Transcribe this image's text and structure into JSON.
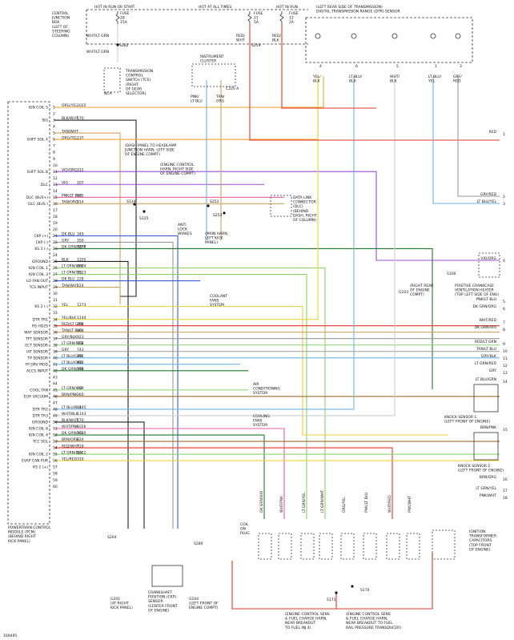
{
  "header": {
    "fuse_a_title": "HOT IN RUN OR START",
    "fuse_b_title": "HOT AT ALL TIMES",
    "fuse_c_title": "HOT IN RUN",
    "fuse_a": "FUSE\n28\n15A",
    "fuse_b": "FUSE\n21\n5A",
    "fuse_c": "FUSE\n12\n2A",
    "junction_box": "CENTRAL\nJUNCTION\nBOX\n(LEFT OF\nSTEERING\nCOLUMN)",
    "fuse_a_wire": "WHT/LT GRN",
    "fuse_b_wire": "RED/\nWHT",
    "fuse_c_wire": "RED/\nBLK",
    "splice_s282": "S282",
    "splice_s259": "S259"
  },
  "tcs": {
    "label": "TRANSMISSION\nCONTROL\nSWITCH (TCS)\n(RIGHT\nOF GEAR\nSELECTOR)",
    "nca": "NCA",
    "wire": "WHT/LT GRN"
  },
  "cluster": {
    "label": "INSTRUMENT\nCLUSTER",
    "c220": "C220 A",
    "wire_left": "PNK/\nLT BLU",
    "wire_right": "TAN/\nORG"
  },
  "dtr": {
    "label": "(LEFT REAR SIDE OF TRANSMISSION)\nDIGITAL TRANSMISSION RANGE (DTR) SENSOR",
    "wires": [
      "YEL/\nBLK",
      "LT BLU/\nBLK",
      "WHT/\nBLK",
      "LT BLU/\nYEL",
      "GRY/\nRED"
    ],
    "pins": [
      "4",
      "6",
      "5",
      "1",
      "3"
    ]
  },
  "pcm": {
    "label": "POWERTRAIN CONTROL\nMODULE (PCM)\n(BEHIND RIGHT\nKICK PANEL)",
    "pins": [
      {
        "name": "IGN COIL 5",
        "pin": "1",
        "wire": "ORG/YEL",
        "circuit": "1025"
      },
      {
        "name": "",
        "pin": "2",
        "wire": "",
        "circuit": ""
      },
      {
        "name": "SIG",
        "pin": "3",
        "wire": "BLK/WHT",
        "circuit": "570"
      },
      {
        "name": "",
        "pin": "4",
        "wire": "",
        "circuit": ""
      },
      {
        "name": "",
        "pin": "5",
        "wire": "TAN/WHT",
        "circuit": ""
      },
      {
        "name": "SHFT SOL A",
        "pin": "6",
        "wire": "ORG/YEL",
        "circuit": "237"
      },
      {
        "name": "",
        "pin": "7",
        "wire": "",
        "circuit": ""
      },
      {
        "name": "",
        "pin": "8",
        "wire": "",
        "circuit": ""
      },
      {
        "name": "",
        "pin": "9",
        "wire": "",
        "circuit": ""
      },
      {
        "name": "",
        "pin": "10",
        "wire": "",
        "circuit": ""
      },
      {
        "name": "SHFT SOL B",
        "pin": "11",
        "wire": "VIO/ORG",
        "circuit": "315"
      },
      {
        "name": "",
        "pin": "12",
        "wire": "",
        "circuit": ""
      },
      {
        "name": "DLC",
        "pin": "13",
        "wire": "VIO",
        "circuit": "107"
      },
      {
        "name": "",
        "pin": "14",
        "wire": "",
        "circuit": ""
      },
      {
        "name": "DLC (BUS+)",
        "pin": "15",
        "wire": "PNK/LT BLU",
        "circuit": "915"
      },
      {
        "name": "DLC (BUS-)",
        "pin": "16",
        "wire": "TAN/ORG",
        "circuit": "914"
      },
      {
        "name": "",
        "pin": "17",
        "wire": "",
        "circuit": ""
      },
      {
        "name": "",
        "pin": "18",
        "wire": "",
        "circuit": ""
      },
      {
        "name": "",
        "pin": "19",
        "wire": "",
        "circuit": ""
      },
      {
        "name": "",
        "pin": "20",
        "wire": "",
        "circuit": ""
      },
      {
        "name": "CKP (+)",
        "pin": "21",
        "wire": "DK BLU",
        "circuit": "349"
      },
      {
        "name": "CKP (-)",
        "pin": "22",
        "wire": "GRY",
        "circuit": "350"
      },
      {
        "name": "KS 1 (-)",
        "pin": "23",
        "wire": "DK GRN/WHT",
        "circuit": "1274"
      },
      {
        "name": "",
        "pin": "24",
        "wire": "",
        "circuit": ""
      },
      {
        "name": "GROUND",
        "pin": "25",
        "wire": "BLK",
        "circuit": "1205"
      },
      {
        "name": "IGN COIL 1",
        "pin": "26",
        "wire": "LT GRN/WHT",
        "circuit": "1024"
      },
      {
        "name": "IGN COIL 3",
        "pin": "27",
        "wire": "LT GRN/YEL",
        "circuit": "1023"
      },
      {
        "name": "LO FAN OUT",
        "pin": "28",
        "wire": "DK BLU",
        "circuit": "228"
      },
      {
        "name": "TCS INPUT",
        "pin": "29",
        "wire": "TAN/WHT",
        "circuit": "224"
      },
      {
        "name": "",
        "pin": "30",
        "wire": "",
        "circuit": ""
      },
      {
        "name": "",
        "pin": "31",
        "wire": "",
        "circuit": ""
      },
      {
        "name": "KS 2 (-)",
        "pin": "32",
        "wire": "YEL",
        "circuit": "1273"
      },
      {
        "name": "",
        "pin": "33",
        "wire": "",
        "circuit": ""
      },
      {
        "name": "DTR TR1",
        "pin": "34",
        "wire": "YEL/BLK",
        "circuit": "1144"
      },
      {
        "name": "RS HO2S",
        "pin": "35",
        "wire": "RED/LT GRN",
        "circuit": "392"
      },
      {
        "name": "MAF SENSOR",
        "pin": "36",
        "wire": "TAN/LT BLU",
        "circuit": "968"
      },
      {
        "name": "TFT SENSOR",
        "pin": "37",
        "wire": "GRY/BLK",
        "circuit": "923"
      },
      {
        "name": "ECT SENSOR",
        "pin": "38",
        "wire": "LT GRN/RED",
        "circuit": "354"
      },
      {
        "name": "IAT SENSOR",
        "pin": "39",
        "wire": "GRY",
        "circuit": "743"
      },
      {
        "name": "TP SENSOR",
        "pin": "40",
        "wire": "LT BLU/GRN",
        "circuit": "355"
      },
      {
        "name": "FP DRV MOD",
        "pin": "41",
        "wire": "LT BLU/ORG",
        "circuit": "926"
      },
      {
        "name": "ACCS INPUT",
        "pin": "42",
        "wire": "DK GRN/VIO",
        "circuit": "198"
      },
      {
        "name": "",
        "pin": "43",
        "wire": "",
        "circuit": ""
      },
      {
        "name": "",
        "pin": "44",
        "wire": "",
        "circuit": ""
      },
      {
        "name": "COOL FAN",
        "pin": "45",
        "wire": "LT GRN/VIO",
        "circuit": "639"
      },
      {
        "name": "EGR VACUUM",
        "pin": "46",
        "wire": "BRN/PNK",
        "circuit": "360"
      },
      {
        "name": "",
        "pin": "47",
        "wire": "",
        "circuit": ""
      },
      {
        "name": "DTR TR2",
        "pin": "48",
        "wire": "LT BLU/BLK",
        "circuit": "1145"
      },
      {
        "name": "DTR TR3",
        "pin": "49",
        "wire": "WHT/BLK",
        "circuit": "1143"
      },
      {
        "name": "GROUND",
        "pin": "50",
        "wire": "BLK/WHT",
        "circuit": "570"
      },
      {
        "name": "IGN COIL 6",
        "pin": "51",
        "wire": "WHT/PNK",
        "circuit": "1026"
      },
      {
        "name": "IGN COIL 4",
        "pin": "52",
        "wire": "DK GRN/VIO",
        "circuit": "1020"
      },
      {
        "name": "TCC SOL",
        "pin": "53",
        "wire": "BRN/ORG",
        "circuit": "624"
      },
      {
        "name": "",
        "pin": "54",
        "wire": "RED/WHT",
        "circuit": "729"
      },
      {
        "name": "IGN COIL 2",
        "pin": "55",
        "wire": "LT GRN/BLK",
        "circuit": "1021"
      },
      {
        "name": "EVAP CAN PUR",
        "pin": "56",
        "wire": "YEL/RED",
        "circuit": "310"
      },
      {
        "name": "KS 2 (+)",
        "pin": "57",
        "wire": "",
        "circuit": ""
      },
      {
        "name": "",
        "pin": "58",
        "wire": "",
        "circuit": ""
      },
      {
        "name": "",
        "pin": "59",
        "wire": "",
        "circuit": ""
      },
      {
        "name": "",
        "pin": "60",
        "wire": "",
        "circuit": ""
      }
    ]
  },
  "right_wires": [
    {
      "label": "RED",
      "num": "1"
    },
    {
      "label": "GRY/RED",
      "num": "2"
    },
    {
      "label": "LT BLU/YEL",
      "num": "3"
    },
    {
      "label": "VIO/ORG",
      "num": "4"
    },
    {
      "label": "PNK/LT BLU",
      "num": "5"
    },
    {
      "label": "DK GRN/ORG",
      "num": "6"
    },
    {
      "label": "WHT/RED",
      "num": "7"
    },
    {
      "label": "DK GRN/VIO",
      "num": "8"
    },
    {
      "label": "RED/LT GRN",
      "num": "9"
    },
    {
      "label": "TAN/LT BLU",
      "num": "10"
    },
    {
      "label": "GRY/BLK",
      "num": "11"
    },
    {
      "label": "LT GRN/RED",
      "num": "12"
    },
    {
      "label": "GRY",
      "num": "13"
    },
    {
      "label": "LT BLU/GRN",
      "num": "14"
    },
    {
      "label": "BRN/PNK",
      "num": "15"
    },
    {
      "label": "BRN/ORG",
      "num": "16"
    },
    {
      "label": "LT GRN/YEL",
      "num": "17"
    },
    {
      "label": "PNK/WHT",
      "num": "18"
    }
  ],
  "labels": {
    "dash_panel": "(DASH PANEL TO HEADLAMP\nJUNCTION HARN, LEFT SIDE\nOF ENGINE COMPT)",
    "engine_ctrl_harn": "(ENGINE CONTROL\nHARN, RIGHT SIDE\nOF ENGINE COMPT)",
    "s134": "S134",
    "s125": "S125",
    "s252": "S252",
    "s253": "S253",
    "dlc": "DATA LINK\nCONNECTOR\n(DLC)\n(BEHIND\nDASH, RIGHT\nOF COLUMN)",
    "anti_lock": "ANTI\nLOCK\nBRAKES",
    "main_harn": "(MAIN HARN,\nLEFT KICK\nPANEL)",
    "coolant_fans": "COOLANT\nFANS\nSYSTEM",
    "ac_system": "AIR\nCONDITIONING\nSYSTEM",
    "cooling_fans": "COOLING\nFANS\nSYSTEM",
    "g103": "G103",
    "s100": "S100",
    "g103_loc": "(RIGHT REAR\nOF ENGINE\nCOMPT)",
    "pcv_heater": "POSITIVE CRANKCASE\nVENTILATION HEATER\n(TOP LEFT SIDE OF ENG)",
    "ks1": "KNOCK SENSOR 1\n(LEFT FRONT OF ENGINE)",
    "ks2": "KNOCK SENSOR 2\n(LEFT FRONT OF ENGINE)",
    "ckp_sensor": "CRANKSHAFT\nPOSITION (CKP)\nSENSOR\n(CENTER FRONT\nOF ENGINE)",
    "g201": "G201\n(AT RIGHT\nKICK PANEL)",
    "g104": "G104\n(LEFT FRONT OF\nENGINE COMPT)",
    "s204": "S204",
    "s280": "S280",
    "coil_on_plug": "COIL\nON\nPLUG",
    "s171": "S171",
    "s170": "S170",
    "s171_loc": "(ENGINE CONTROL SENS\n& FUEL CHARGE HARN,\nNEAR BREAKOUT\nTO FUEL INJ 4)",
    "s170_loc": "(ENGINE CONTROL SENS\n& FUEL CHARGE HARN,\nNEAR BREAKOUT TO FUEL\nRAIL PRESSURE TRANSDUCER)",
    "ign_cap": "IGNITION\nTRANSFORMER\nCAPACITORS\n(TOP FRONT\nOF ENGINE)",
    "coil_wires": [
      "DK GRN/VIO",
      "WHT/PNK",
      "LT GRN/YEL",
      "LT GRN/WHT",
      "ORG/YEL",
      "PNK/LT BLU",
      "WHT/RED",
      "PNK/WHT"
    ],
    "red": "RED",
    "nca": "NCA",
    "blk": "BLK",
    "footer_id": "169495"
  }
}
